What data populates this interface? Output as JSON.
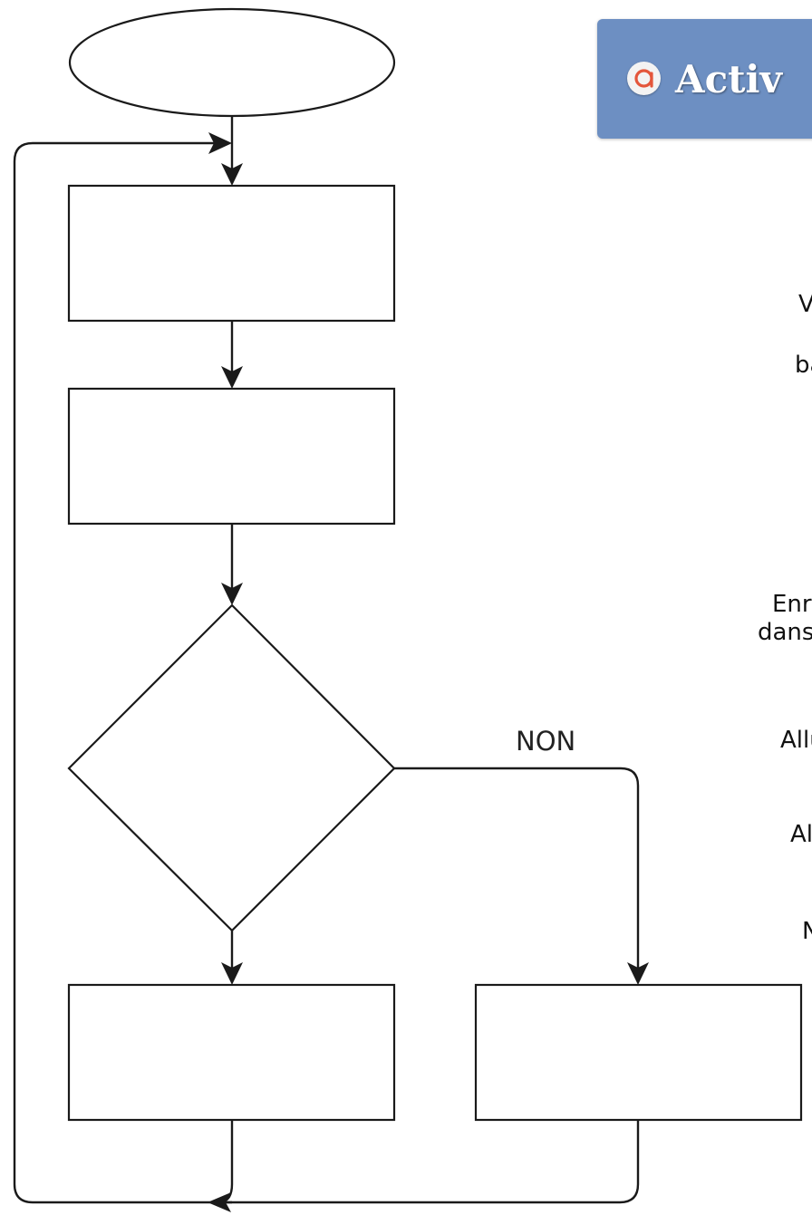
{
  "banner": {
    "title": "Activ",
    "logo": "activinspire-logo-icon"
  },
  "diagram": {
    "edge_no_label": "NON",
    "side_labels": [
      {
        "text": "V"
      },
      {
        "text": "ba"
      },
      {
        "text": "Enr"
      },
      {
        "text": "dans"
      },
      {
        "text": "Allu"
      },
      {
        "text": "Al"
      },
      {
        "text": "N"
      }
    ]
  }
}
